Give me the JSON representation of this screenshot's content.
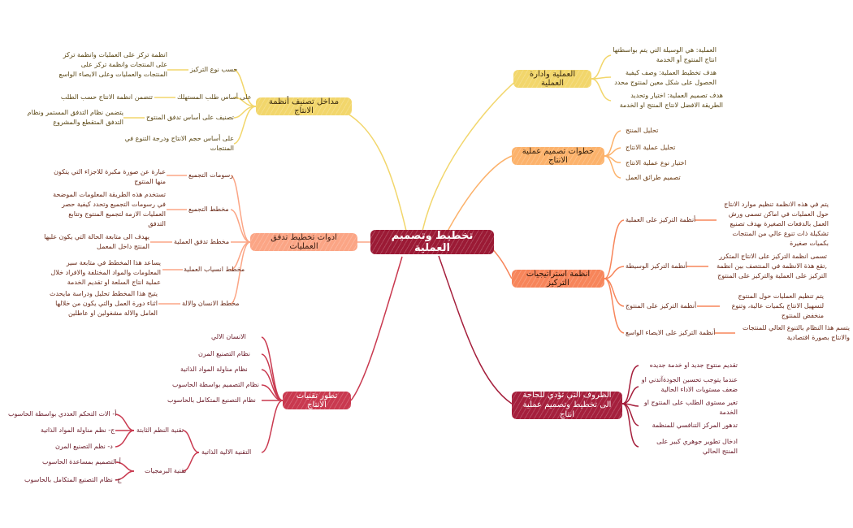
{
  "central": {
    "label": "تخطيط وتصميم العملية",
    "color": "#9b1a35"
  },
  "branches": {
    "process_management": {
      "label": "العملية وادارة العملية",
      "color": "#f2d66b",
      "children": [
        "العملية: هي الوسيلة التي يتم بواسطتها انتاج المنتوج أو الخدمة",
        "هدف تخطيط العملية: وصف كيفية الحصول على شكل معين لمنتوج محدد",
        "هدف تصميم العملية: اختيار وتحديد الطريقة الافضل لانتاج المنتج او الخدمة"
      ]
    },
    "design_steps": {
      "label": "خطوات تصميم عملية الانتاج",
      "color": "#fcb26b",
      "children": [
        "تحليل المنتج",
        "تحليل عملية الانتاج",
        "اختيار نوع عملية الانتاج",
        "تصميم طرائق العمل"
      ]
    },
    "focus_strategies": {
      "label": "انظمة استراتيجيات التركيز",
      "color": "#f7855a",
      "children": [
        {
          "label": "أنظمة التركيز على العملية",
          "desc": "يتم في هذه الانظمة تنظيم موارد الانتاج حول العمليات في اماكن تسمى ورش العمل بالدفعات الصغيرة بهدف تصنيع تشكيلة ذات تنوع عالي من المنتجات بكميات صغيرة"
        },
        {
          "label": "أنظمة التركيز الوسيطة",
          "desc": "تسمى انظمة التركيز على الانتاج المتكرر ,تقع هذة الانظمة في المنتصف بين انظمة التركيز على العملية والتركيز على المنتوج"
        },
        {
          "label": "أنظمة التركيز على المنتوج",
          "desc": "يتم تنظيم العمليات حول المنتوج لتسهيل الانتاج بكميات عالية، وتنوع منخفض للمنتوج"
        },
        {
          "label": "أنظمة التركيز على الايصاء الواسع",
          "desc": "يتسم هذا النظام بالتنوع العالي للمنتجات والانتاج بصورة اقتصادية"
        }
      ]
    },
    "conditions": {
      "label": "الظروف التي تؤدي للحاجة الى تخطيط وتصميم عملية انتاج",
      "color": "#a51f3c",
      "children": [
        "تقديم منتوج جديد او خدمة جديده",
        "عندما يتوجب تحسين الجودةآتدني او ضعف مستويات الاداء الحالية",
        "تغير مستوى الطلب على المنتوج او الخدمة",
        "تدهور المركز التنافسي للمنظمة",
        "ادخال تطوير جوهري كبير على المنتج الحالي"
      ]
    },
    "classification": {
      "label": "مداخل تصنيف أنظمة الانتاج",
      "color": "#f2d66b",
      "children": [
        {
          "label": "حسب نوع التركيز",
          "desc": "انظمة تركز على العمليات وانظمة تركز على المنتجات وانظمة تركز على المنتجات والعمليات وعلى الايصاء الواسع"
        },
        {
          "label": "على أساس طلب المستهلك",
          "desc": "تتضمن انظمة الانتاج حسب الطلب"
        },
        {
          "label": "تصنيف على أساس تدفق المنتوج",
          "desc": "يتضمن نظام التدفق المستمر ونظام التدفق المتقطع والمشروع"
        },
        {
          "label": "على أساس حجم الانتاج ودرجة التنوع في المنتجات",
          "desc": ""
        }
      ]
    },
    "flow_tools": {
      "label": "ادوات تخطيط تدفق العمليات",
      "color": "#fba585",
      "children": [
        {
          "label": "رسومات التجميع",
          "desc": "عبارة عن صورة مكبرة للاجزاء التي يتكون منها المنتوج"
        },
        {
          "label": "مخطط التجميع",
          "desc": "تستخدم هذه الطريقة المعلومات الموضحة في رسومات التجميع وتحدد كيفية حصر العمليات الازمة لتجميع المنتوج وتتابع التدفق"
        },
        {
          "label": "مخطط تدفق العملية",
          "desc": "يهدف الى متابعة الحالة التي يكون عليها المنتج داخل المعمل"
        },
        {
          "label": "مخطط انسياب العملية",
          "desc": "يساعد هذا المخطط في متابعة سير المعلومات والمواد المختلفة والافراد خلال عملية انتاج السلعة او تقديم الخدمة"
        },
        {
          "label": "مخطط الانسان والالة",
          "desc": "يتيح هذا المخطط تحليل ودراسة مايحدث اثناء دورة العمل والتي يكون من خلالها العامل والالة مشغولين او عاطلين"
        }
      ]
    },
    "tech_evolution": {
      "label": "تطور تقنيات الانتاج",
      "color": "#c9394f",
      "children": [
        "الانسان الالي",
        "نظام التصنيع المرن",
        "نظام مناولة المواد الذاتية",
        "نظام التصميم بواسطة الحاسوب",
        "نظام التصنيع المتكامل بالحاسوب"
      ],
      "automation": {
        "label": "التقنية الالية الذاتية",
        "fixed": {
          "label": "تقنية النظم الثابتة",
          "items": [
            "أ- الات التحكم العددي بواسطة الحاسوب",
            "ج- نظم مناولة المواد الذاتية",
            "د- نظم التصنيع المرن"
          ]
        },
        "software": {
          "label": "تقنية البرمجيات",
          "items": [
            "أ-التصميم بمساعدة الحاسوب",
            "ج- نظام التصنيع المتكامل بالحاسوب"
          ]
        }
      }
    }
  }
}
